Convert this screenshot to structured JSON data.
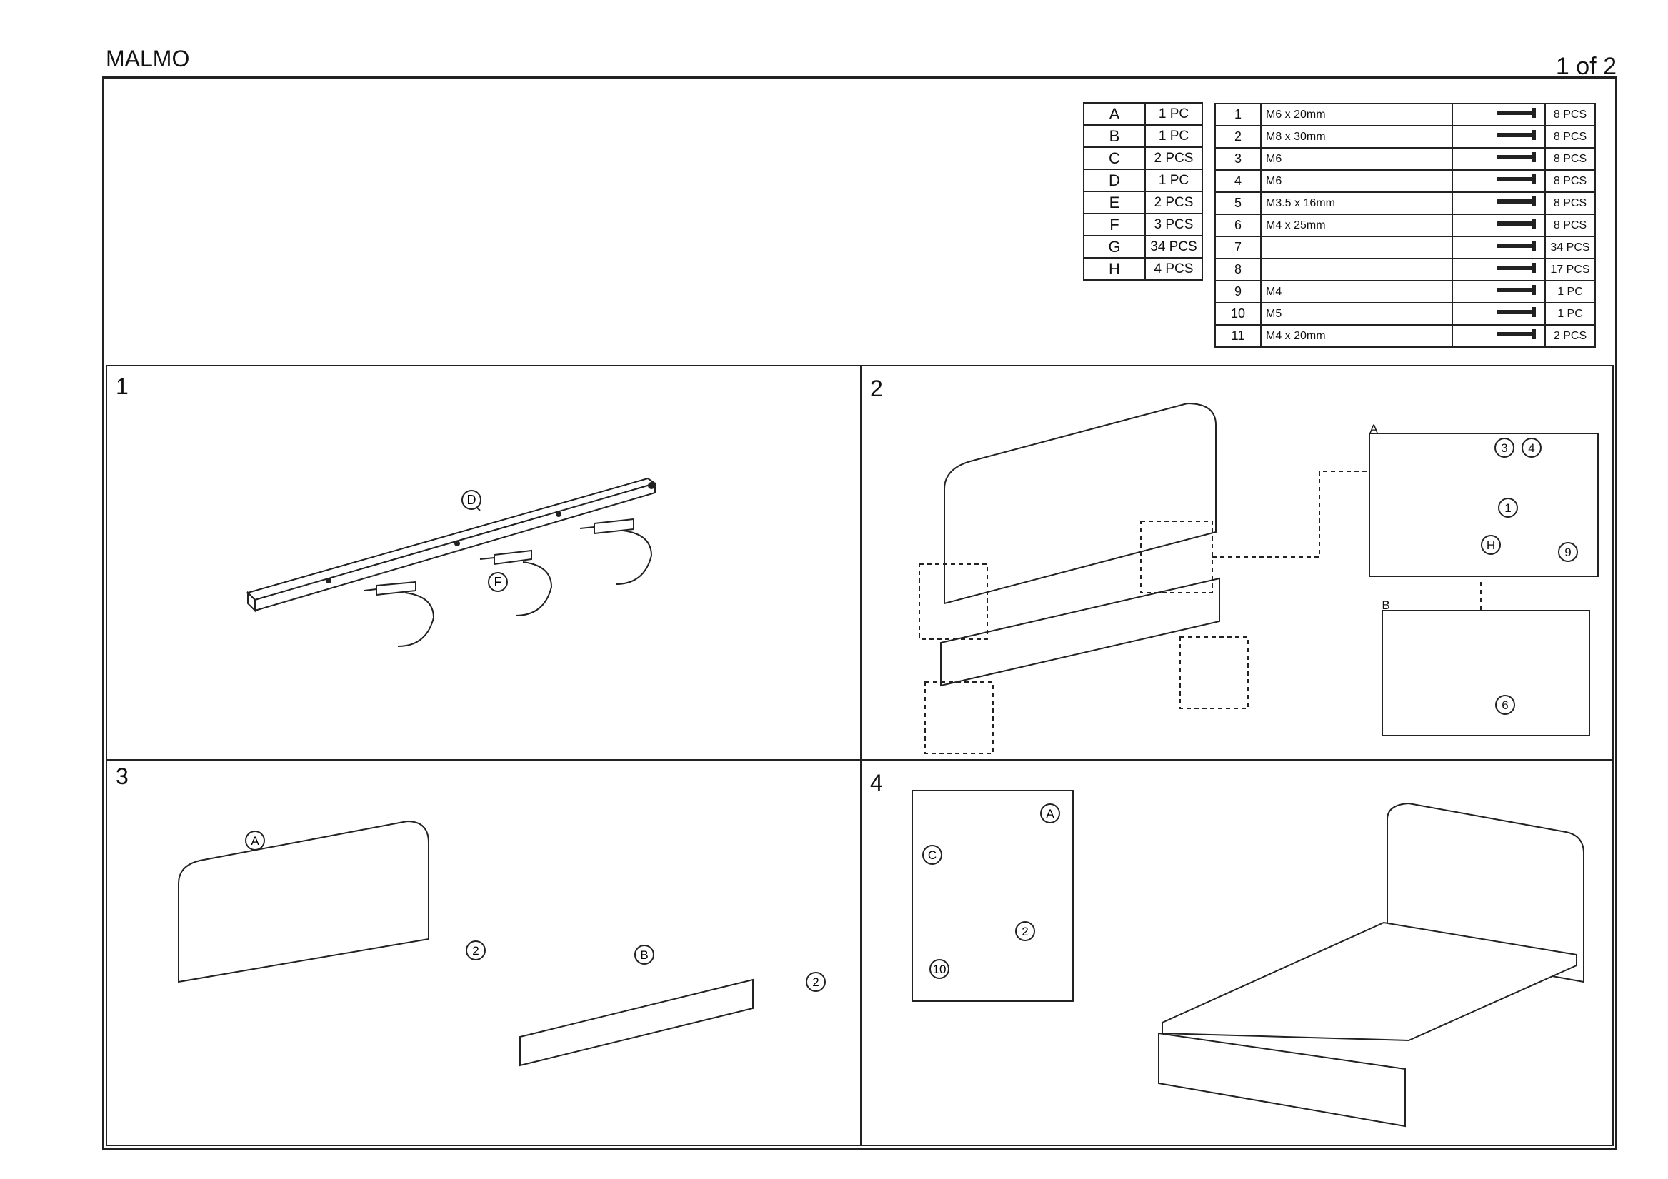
{
  "document": {
    "title": "MALMO",
    "page": "1 of 2"
  },
  "panels_parts": [
    {
      "id": "A",
      "qty": "1 PC"
    },
    {
      "id": "B",
      "qty": "1 PC"
    },
    {
      "id": "C",
      "qty": "2 PCS"
    },
    {
      "id": "D",
      "qty": "1 PC"
    },
    {
      "id": "E",
      "qty": "2 PCS"
    },
    {
      "id": "F",
      "qty": "3 PCS"
    },
    {
      "id": "G",
      "qty": "34 PCS"
    },
    {
      "id": "H",
      "qty": "4 PCS"
    }
  ],
  "hardware": [
    {
      "num": "1",
      "size": "M6 x 20mm",
      "icon": "bolt-icon",
      "qty": "8 PCS"
    },
    {
      "num": "2",
      "size": "M8 x 30mm",
      "icon": "bolt-icon",
      "qty": "8 PCS"
    },
    {
      "num": "3",
      "size": "M6",
      "icon": "washer-icon",
      "qty": "8 PCS"
    },
    {
      "num": "4",
      "size": "M6",
      "icon": "spring-washer-icon",
      "qty": "8 PCS"
    },
    {
      "num": "5",
      "size": "M3.5 x 16mm",
      "icon": "screw-icon",
      "qty": "8 PCS"
    },
    {
      "num": "6",
      "size": "M4 x 25mm",
      "icon": "screw-icon",
      "qty": "8 PCS"
    },
    {
      "num": "7",
      "size": "",
      "icon": "slat-holder-icon",
      "qty": "34 PCS"
    },
    {
      "num": "8",
      "size": "",
      "icon": "slat-cap-icon",
      "qty": "17 PCS"
    },
    {
      "num": "9",
      "size": "M4",
      "icon": "allen-key-icon",
      "qty": "1 PC"
    },
    {
      "num": "10",
      "size": "M5",
      "icon": "allen-key-icon",
      "qty": "1 PC"
    },
    {
      "num": "11",
      "size": "M4 x 20mm",
      "icon": "screw-icon",
      "qty": "2 PCS"
    }
  ],
  "steps": [
    {
      "number": "1",
      "callouts": [
        "D",
        "F"
      ]
    },
    {
      "number": "2",
      "callouts": [
        "A",
        "3",
        "4",
        "1",
        "H",
        "9",
        "B",
        "6"
      ]
    },
    {
      "number": "3",
      "callouts": [
        "A",
        "2",
        "B",
        "2"
      ]
    },
    {
      "number": "4",
      "callouts": [
        "A",
        "C",
        "2",
        "10"
      ]
    }
  ]
}
